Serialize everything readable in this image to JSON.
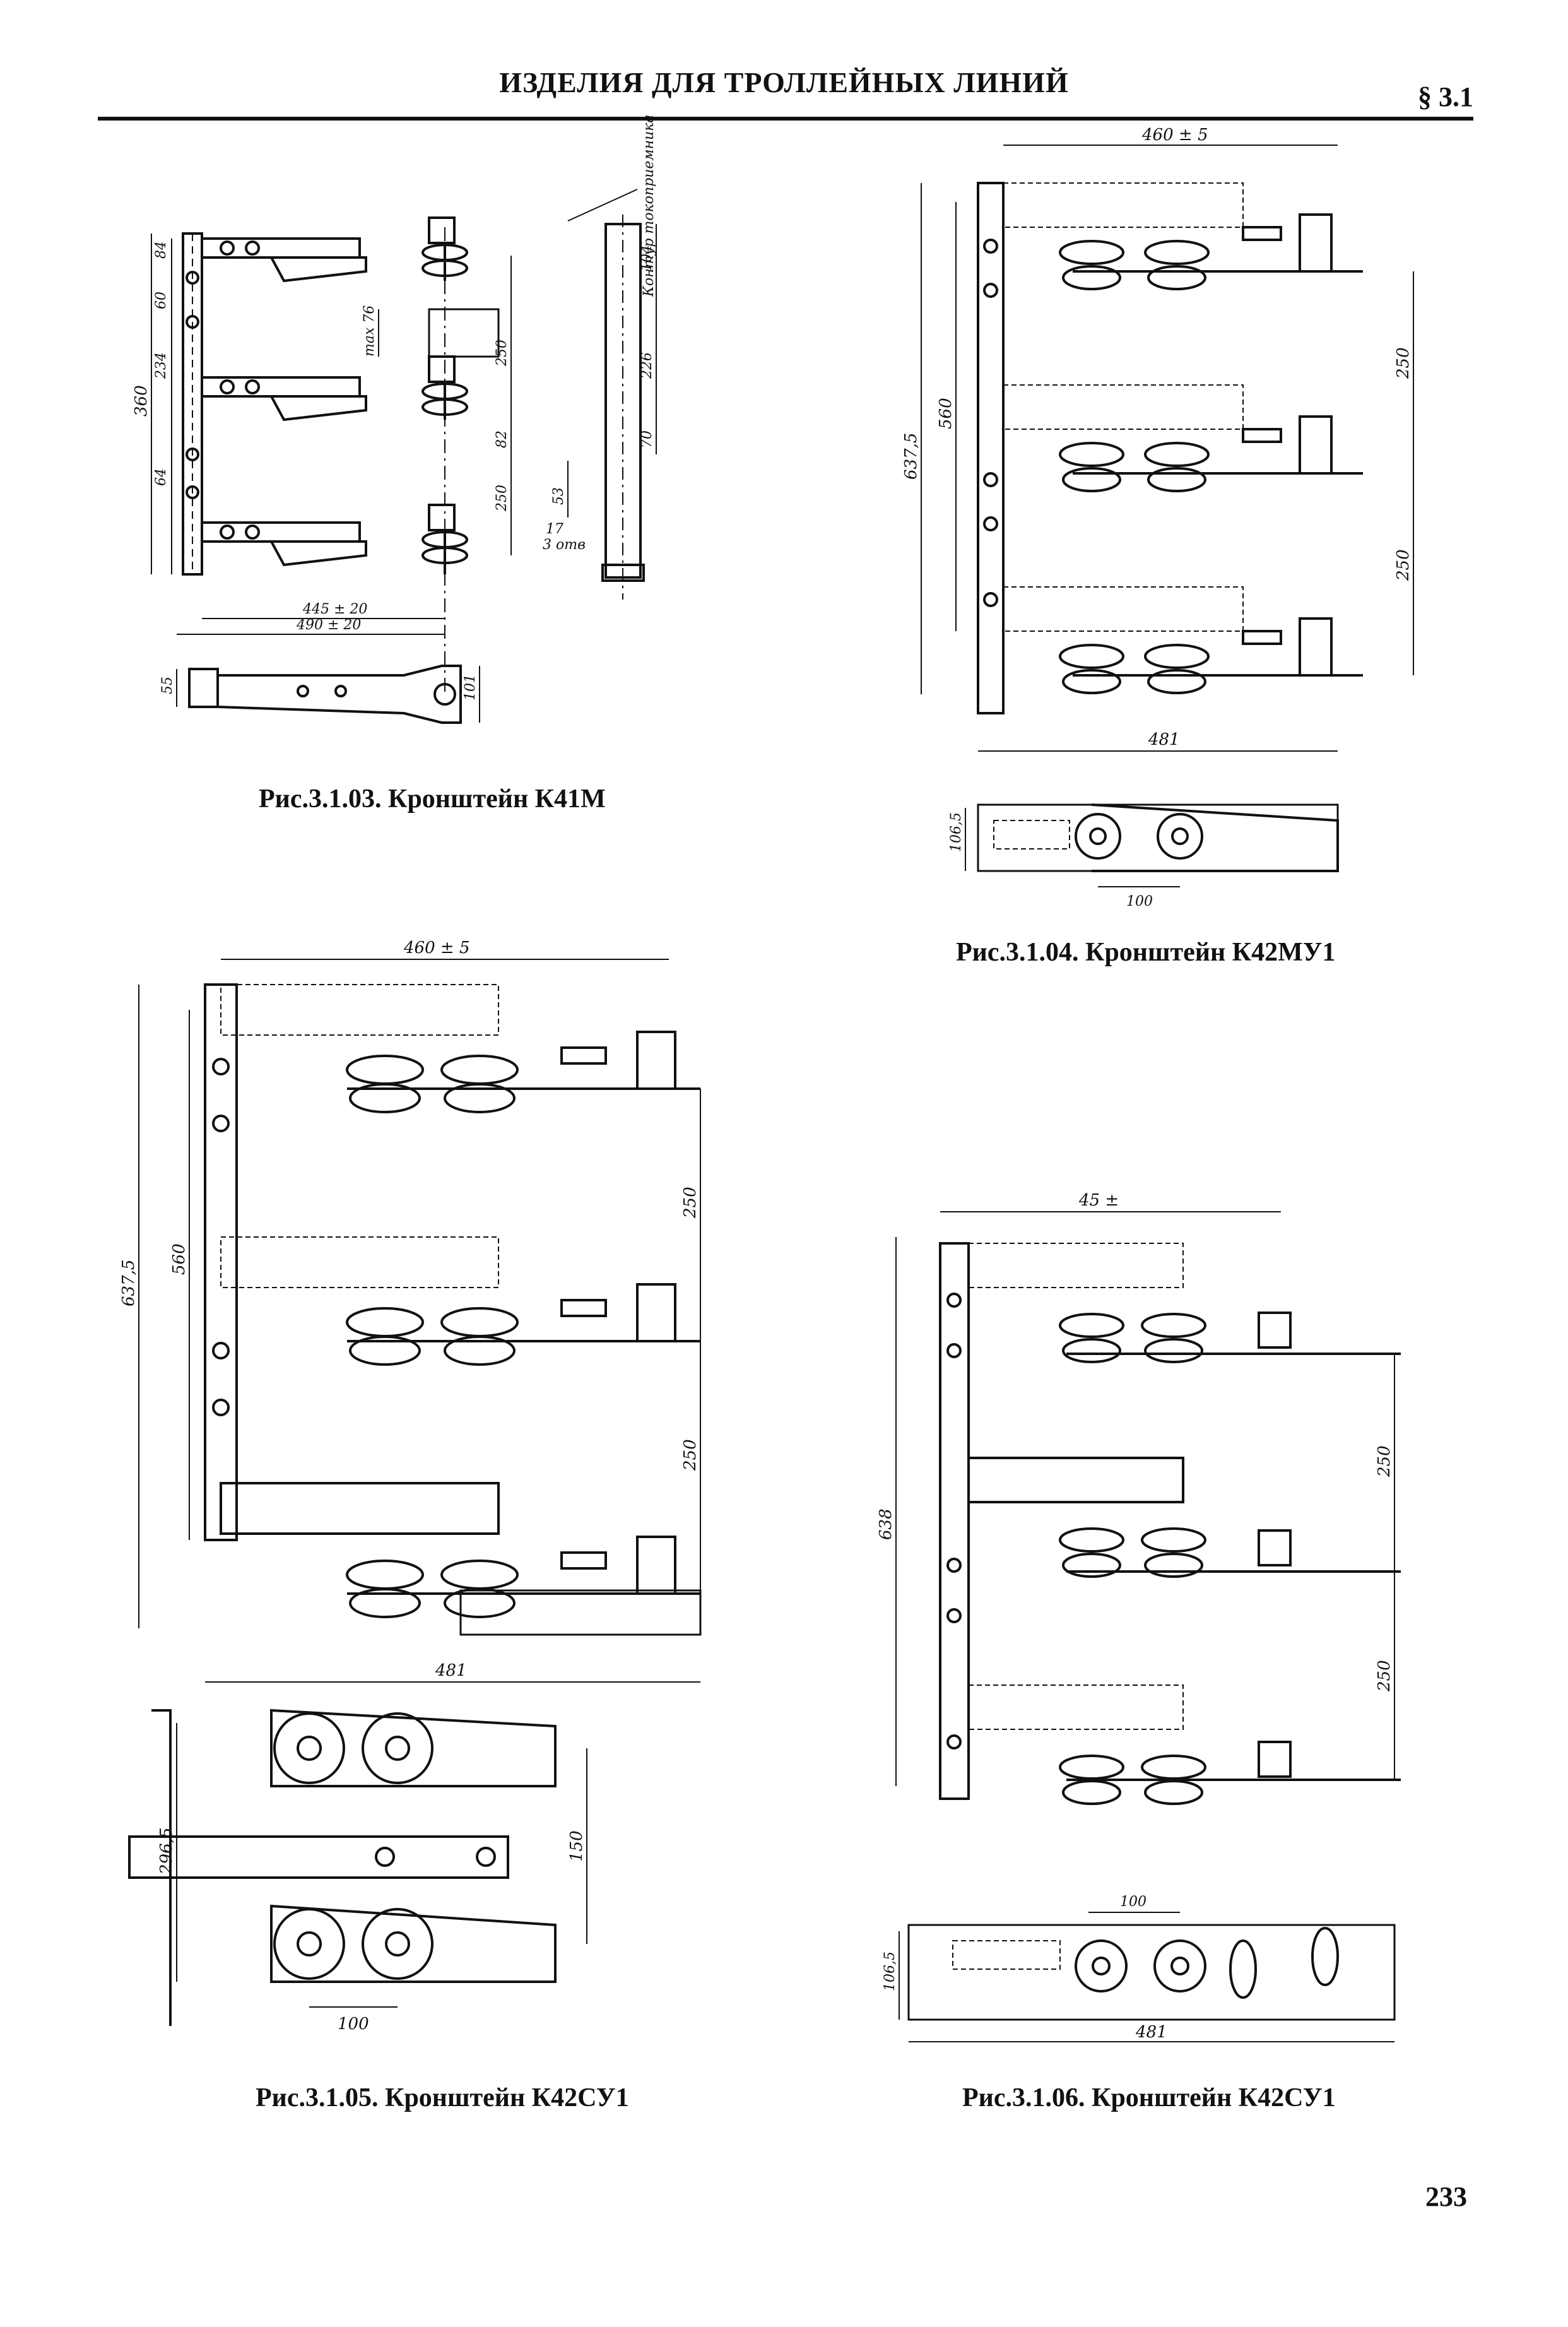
{
  "header": {
    "title": "ИЗДЕЛИЯ ДЛЯ ТРОЛЛЕЙНЫХ ЛИНИЙ",
    "section": "§ 3.1"
  },
  "figures": [
    {
      "caption": "Рис.3.1.03. Кронштейн К41М",
      "dims": {
        "d360": "360",
        "d84": "84",
        "d60": "60",
        "d234": "234",
        "d64": "64",
        "dmax76": "max 76",
        "d250a": "250",
        "d82": "82",
        "d250b": "250",
        "d445": "445 ± 20",
        "d490": "490 ± 20",
        "d104": "104",
        "d226": "226",
        "d70": "70",
        "d53": "53",
        "d17": "17",
        "d3otv": "3 отв",
        "d55": "55",
        "d101": "101",
        "contour": "Контур токоприемника"
      }
    },
    {
      "caption": "Рис.3.1.04. Кронштейн К42МУ1",
      "dims": {
        "top": "460 ± 5",
        "d637": "637,5",
        "d560": "560",
        "d250a": "250",
        "d250b": "250",
        "d481": "481",
        "d1065": "106,5",
        "d100": "100"
      }
    },
    {
      "caption": "Рис.3.1.05. Кронштейн К42СУ1",
      "dims": {
        "top": "460 ± 5",
        "d637": "637,5",
        "d560": "560",
        "d250a": "250",
        "d250b": "250",
        "d481": "481",
        "d2965": "296,5",
        "d150": "150",
        "d100": "100"
      }
    },
    {
      "caption": "Рис.3.1.06. Кронштейн К42СУ1",
      "dims": {
        "top": "45 ±",
        "d638": "638",
        "d250a": "250",
        "d250b": "250",
        "d100": "100",
        "d1065": "106,5",
        "d481": "481"
      }
    }
  ],
  "page_number": "233"
}
